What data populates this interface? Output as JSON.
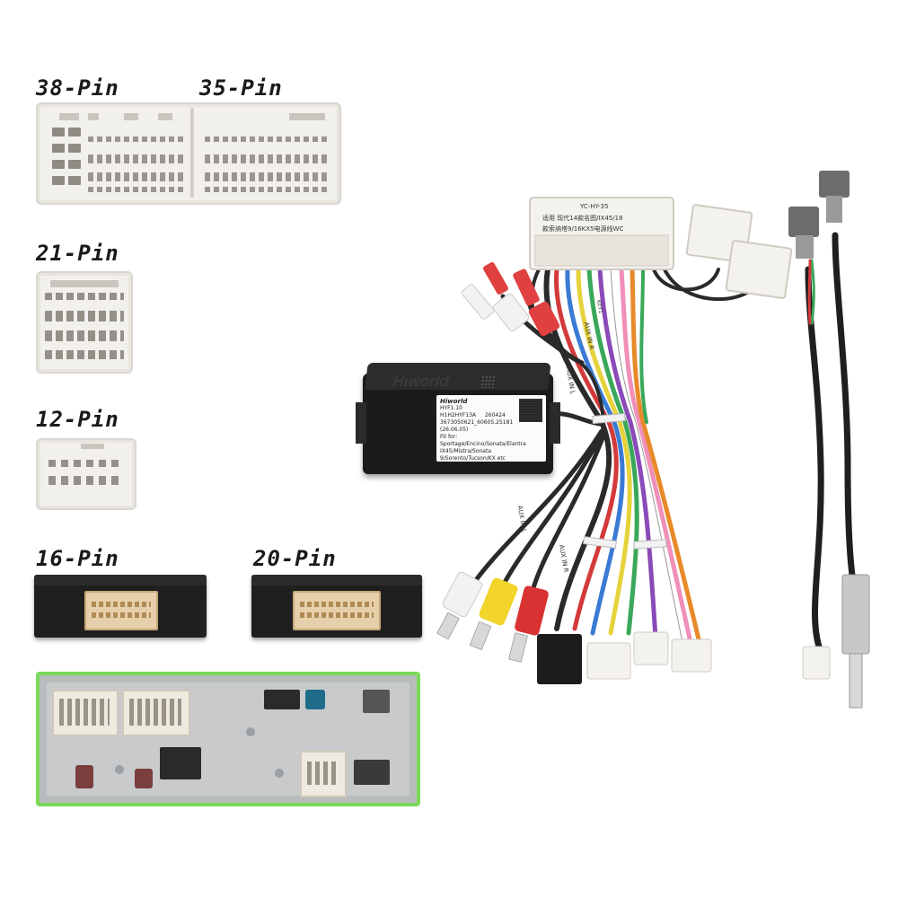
{
  "labels": {
    "pin38": "38-Pin",
    "pin35": "35-Pin",
    "pin21": "21-Pin",
    "pin12": "12-Pin",
    "pin16": "16-Pin",
    "pin20": "20-Pin"
  },
  "gateway": {
    "brand": "Hiworld",
    "sticker_brand": "Hiworld",
    "model": "HYF1.10",
    "code": "H1H2HYF13A",
    "date": "260424",
    "serial": "3673050621_60605.25181",
    "version": "(26.06.05)",
    "fit_prefix": "Fit for:",
    "fit_line1": "Sportage/Encino/Sonata/Elantra",
    "fit_line2": "IX45/Mistra/Sonata 9/Sorento/Tucson/KX etc"
  },
  "harness": {
    "main_connector_code": "YC-HY-35",
    "main_connector_line1": "适用 现代14款名图/IX45/18",
    "main_connector_line2": "款索纳塔9/16KX5电源线WC",
    "aux_in_l_1": "AUX IN L",
    "aux_in_r_1": "AUX IN R",
    "aux_in_l_2": "AUX IN L",
    "aux_in_r_2": "AUX IN R",
    "tag_small": "KEY1"
  },
  "colors": {
    "highlight_border": "#7bd95a",
    "connector_white": "#f2f0ec",
    "module_black": "#1f1f1f",
    "socket_tan": "#e6cfaa"
  }
}
